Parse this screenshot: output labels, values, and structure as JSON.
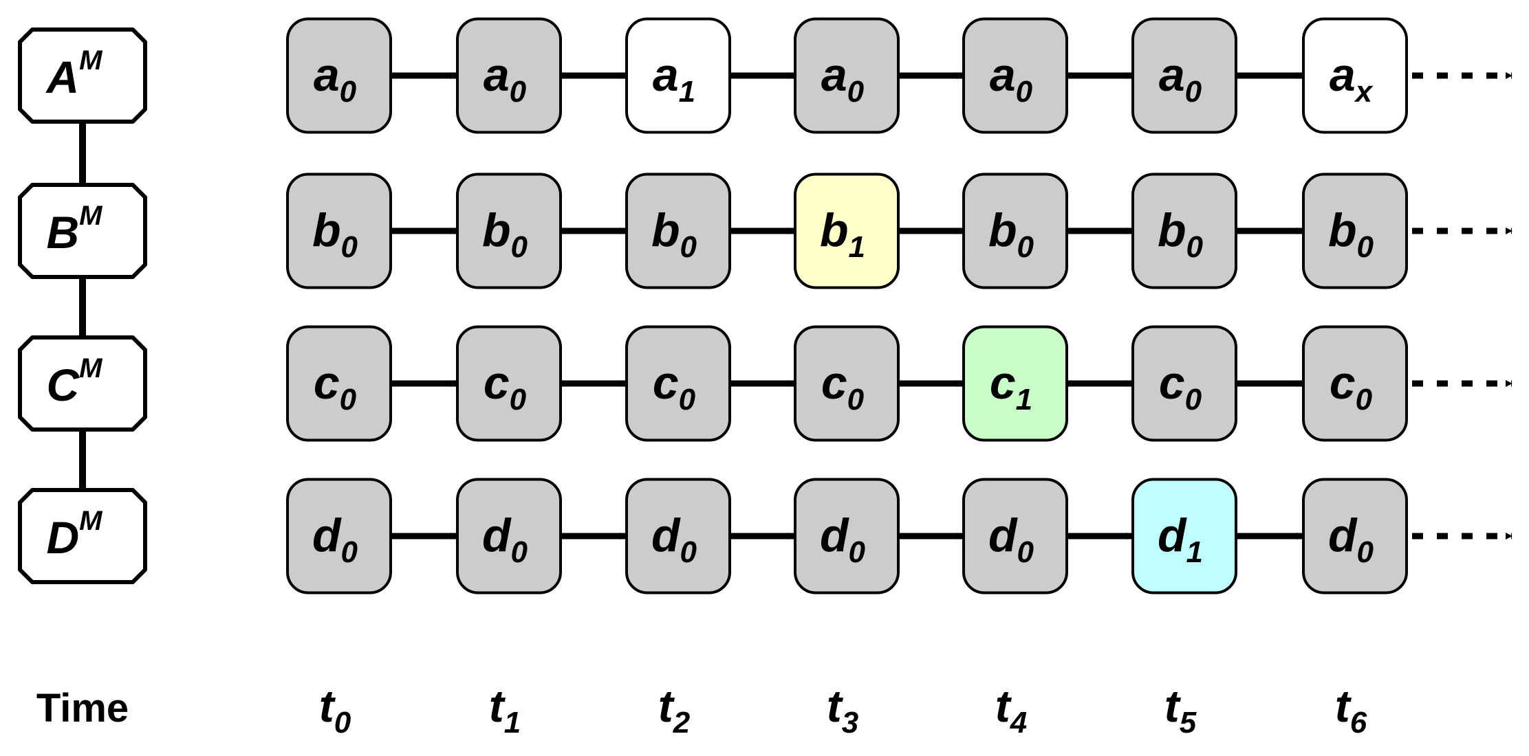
{
  "rows": [
    {
      "variable": "A",
      "superscript": "M",
      "cells": [
        {
          "base": "a",
          "sub": "0",
          "color": "#cccccc"
        },
        {
          "base": "a",
          "sub": "0",
          "color": "#cccccc"
        },
        {
          "base": "a",
          "sub": "1",
          "color": "#ffffff"
        },
        {
          "base": "a",
          "sub": "0",
          "color": "#cccccc"
        },
        {
          "base": "a",
          "sub": "0",
          "color": "#cccccc"
        },
        {
          "base": "a",
          "sub": "0",
          "color": "#cccccc"
        },
        {
          "base": "a",
          "sub": "x",
          "color": "#ffffff"
        }
      ]
    },
    {
      "variable": "B",
      "superscript": "M",
      "cells": [
        {
          "base": "b",
          "sub": "0",
          "color": "#cccccc"
        },
        {
          "base": "b",
          "sub": "0",
          "color": "#cccccc"
        },
        {
          "base": "b",
          "sub": "0",
          "color": "#cccccc"
        },
        {
          "base": "b",
          "sub": "1",
          "color": "#ffffc8"
        },
        {
          "base": "b",
          "sub": "0",
          "color": "#cccccc"
        },
        {
          "base": "b",
          "sub": "0",
          "color": "#cccccc"
        },
        {
          "base": "b",
          "sub": "0",
          "color": "#cccccc"
        }
      ]
    },
    {
      "variable": "C",
      "superscript": "M",
      "cells": [
        {
          "base": "c",
          "sub": "0",
          "color": "#cccccc"
        },
        {
          "base": "c",
          "sub": "0",
          "color": "#cccccc"
        },
        {
          "base": "c",
          "sub": "0",
          "color": "#cccccc"
        },
        {
          "base": "c",
          "sub": "0",
          "color": "#cccccc"
        },
        {
          "base": "c",
          "sub": "1",
          "color": "#c8ffc8"
        },
        {
          "base": "c",
          "sub": "0",
          "color": "#cccccc"
        },
        {
          "base": "c",
          "sub": "0",
          "color": "#cccccc"
        }
      ]
    },
    {
      "variable": "D",
      "superscript": "M",
      "cells": [
        {
          "base": "d",
          "sub": "0",
          "color": "#cccccc"
        },
        {
          "base": "d",
          "sub": "0",
          "color": "#cccccc"
        },
        {
          "base": "d",
          "sub": "0",
          "color": "#cccccc"
        },
        {
          "base": "d",
          "sub": "0",
          "color": "#cccccc"
        },
        {
          "base": "d",
          "sub": "0",
          "color": "#cccccc"
        },
        {
          "base": "d",
          "sub": "1",
          "color": "#c0ffff"
        },
        {
          "base": "d",
          "sub": "0",
          "color": "#cccccc"
        }
      ]
    }
  ],
  "time": {
    "label": "Time",
    "steps": [
      {
        "base": "t",
        "sub": "0"
      },
      {
        "base": "t",
        "sub": "1"
      },
      {
        "base": "t",
        "sub": "2"
      },
      {
        "base": "t",
        "sub": "3"
      },
      {
        "base": "t",
        "sub": "4"
      },
      {
        "base": "t",
        "sub": "5"
      },
      {
        "base": "t",
        "sub": "6"
      }
    ]
  }
}
